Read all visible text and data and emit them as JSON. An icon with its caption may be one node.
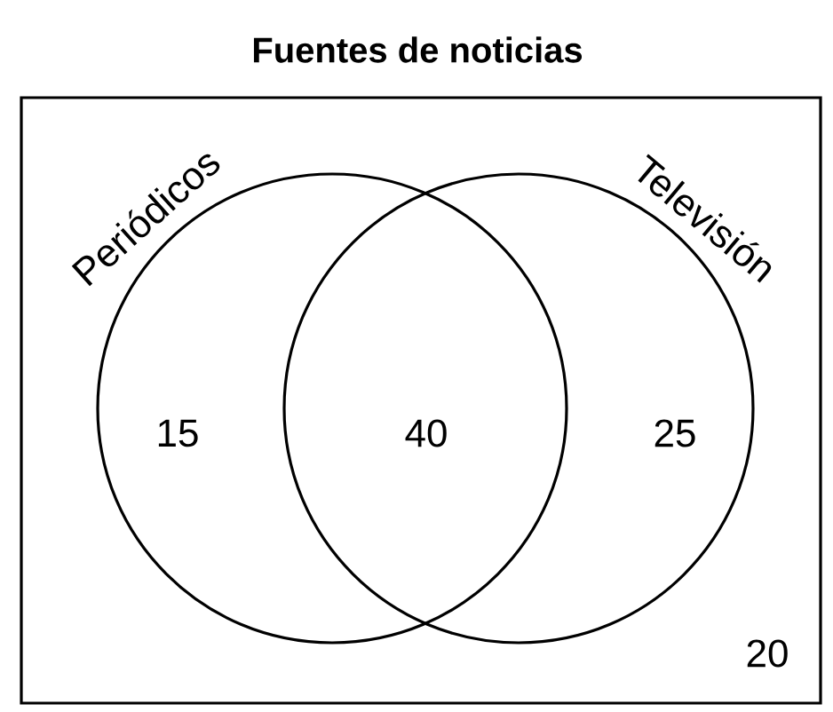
{
  "diagram": {
    "title": "Fuentes de noticias",
    "nodes": [
      {
        "text": [
          "20"
        ]
      },
      {
        "text": [
          "Periódicos",
          "15"
        ],
        "in": 0
      },
      {
        "text": [
          "Televisión",
          "25"
        ],
        "in": 0
      }
    ],
    "labels": [
      "40"
    ]
  }
}
